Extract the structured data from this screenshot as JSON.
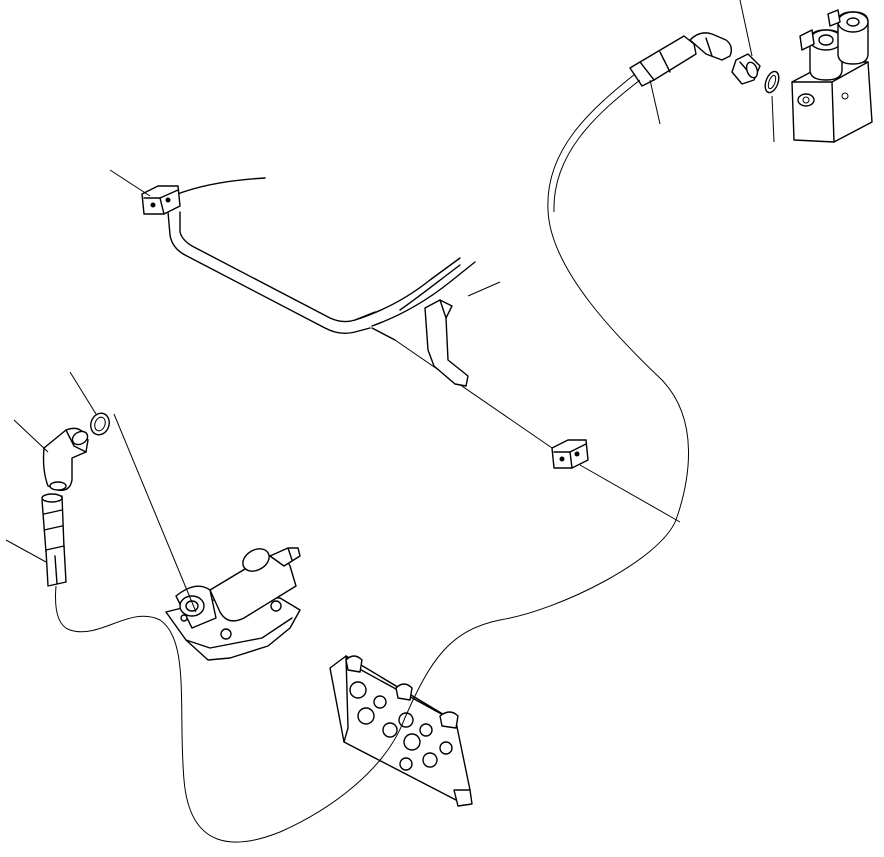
{
  "figure": {
    "type": "exploded-parts-diagram",
    "background_color": "#ffffff",
    "line_color": "#000000",
    "has_text_labels": false
  },
  "parts": [
    {
      "name": "solenoid-valve"
    },
    {
      "name": "o-ring"
    },
    {
      "name": "adapter-fitting"
    },
    {
      "name": "hose"
    },
    {
      "name": "clamp"
    },
    {
      "name": "elbow-fitting"
    },
    {
      "name": "hose-fitting"
    },
    {
      "name": "pedal-valve"
    },
    {
      "name": "control-valve-block"
    }
  ]
}
